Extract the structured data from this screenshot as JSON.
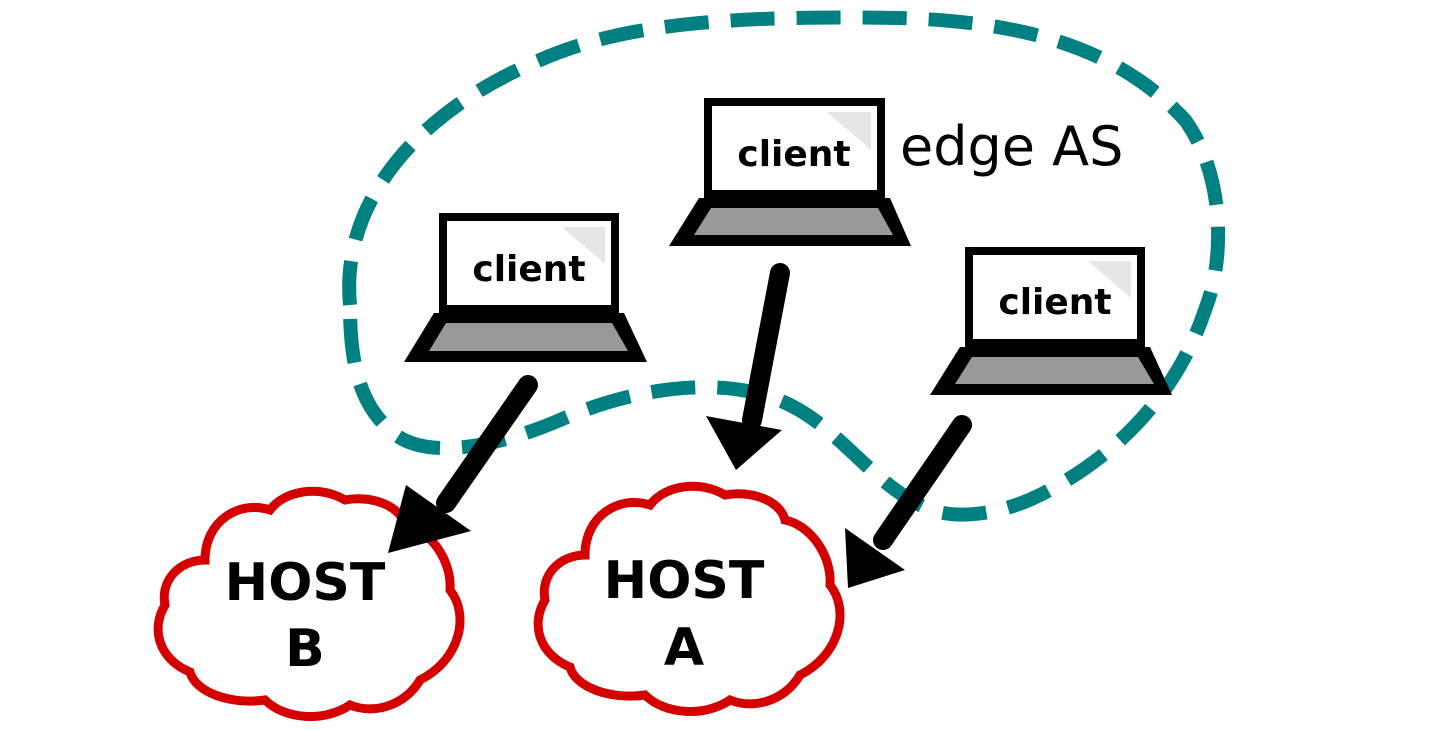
{
  "region": {
    "label": "edge AS",
    "color": "#008080"
  },
  "clients": [
    {
      "id": "client-left",
      "label": "client"
    },
    {
      "id": "client-middle",
      "label": "client"
    },
    {
      "id": "client-right",
      "label": "client"
    }
  ],
  "hosts": [
    {
      "id": "host-b",
      "line1": "HOST",
      "line2": "B"
    },
    {
      "id": "host-a",
      "line1": "HOST",
      "line2": "A"
    }
  ],
  "colors": {
    "host_outline": "#d40000",
    "arrow": "#000000",
    "keyboard": "#999999"
  },
  "arrows": [
    {
      "from": "client-left",
      "to": "host-b"
    },
    {
      "from": "client-middle",
      "to": "host-a"
    },
    {
      "from": "client-right",
      "to": "host-a"
    }
  ]
}
